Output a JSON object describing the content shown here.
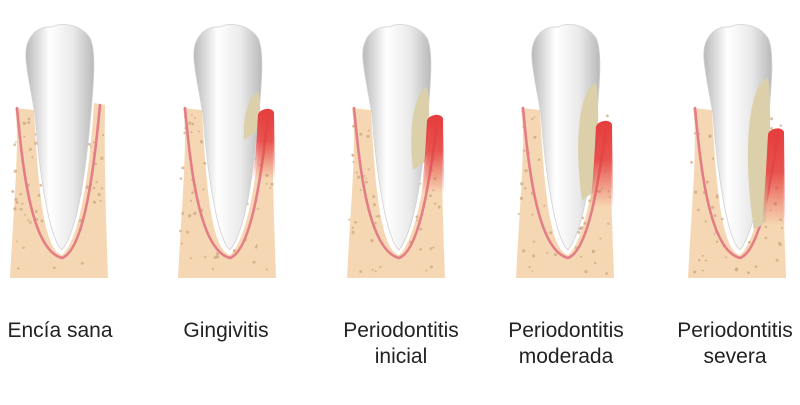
{
  "colors": {
    "background": "#ffffff",
    "bone": "#f6d7b3",
    "bone_dots": "#c9a47c",
    "gum_line": "#e37d86",
    "gum_line_light": "#f3b7bb",
    "tooth": "#e9e9e9",
    "tooth_highlight": "#ffffff",
    "tooth_shadow": "#b9b9b9",
    "tartar": "#dcd0ab",
    "inflammation": "#e53c3c",
    "text": "#222222"
  },
  "stages": [
    {
      "key": "healthy",
      "label_lines": [
        "Encía sana"
      ],
      "plaque_level": 0,
      "inflammation_level": 0
    },
    {
      "key": "gingivitis",
      "label_lines": [
        "Gingivitis"
      ],
      "plaque_level": 0.25,
      "inflammation_level": 0.35
    },
    {
      "key": "initial",
      "label_lines": [
        "Periodontitis",
        "inicial"
      ],
      "plaque_level": 0.5,
      "inflammation_level": 0.55
    },
    {
      "key": "moderate",
      "label_lines": [
        "Periodontitis",
        "moderada"
      ],
      "plaque_level": 0.75,
      "inflammation_level": 0.75
    },
    {
      "key": "severe",
      "label_lines": [
        "Periodontitis",
        "severa"
      ],
      "plaque_level": 1,
      "inflammation_level": 1
    }
  ]
}
